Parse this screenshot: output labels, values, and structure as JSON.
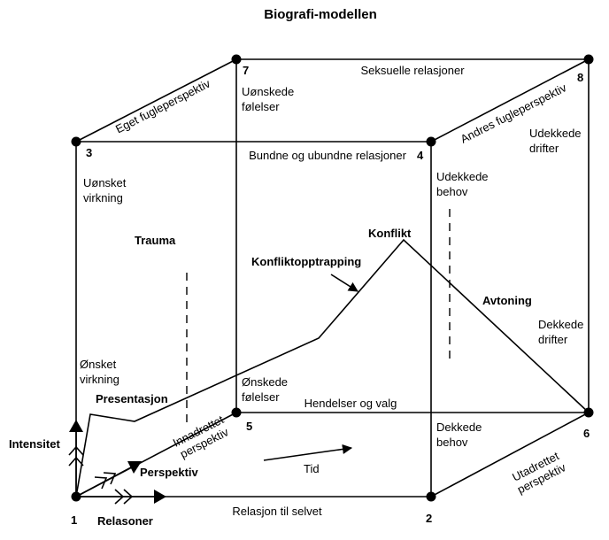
{
  "title": "Biografi-modellen",
  "colors": {
    "line": "#000000",
    "background": "#ffffff"
  },
  "corners": [
    {
      "id": "1",
      "label": "1"
    },
    {
      "id": "2",
      "label": "2"
    },
    {
      "id": "3",
      "label": "3"
    },
    {
      "id": "4",
      "label": "4"
    },
    {
      "id": "5",
      "label": "5"
    },
    {
      "id": "6",
      "label": "6"
    },
    {
      "id": "7",
      "label": "7"
    },
    {
      "id": "8",
      "label": "8"
    }
  ],
  "edges": {
    "bottom_front": "Relasjon til selvet",
    "top_back": "Seksuelle relasjoner",
    "top_front": "Bundne og ubundne relasjoner",
    "middle_horizontal": "Hendelser og valg",
    "top_left_diagonal": "Eget fugleperspektiv",
    "top_right_diagonal": "Andres fugleperspektiv",
    "bottom_right_diagonal": [
      "Utadrettet",
      "perspektiv"
    ],
    "bottom_left_diagonal": [
      "Innadrettet",
      "perspektiv"
    ]
  },
  "corner_notes": {
    "c3": [
      "Uønsket",
      "virkning"
    ],
    "c7": [
      "Uønskede",
      "følelser"
    ],
    "c4": [
      "Udekkede",
      "behov"
    ],
    "c8": [
      "Udekkede",
      "drifter"
    ],
    "c1": [
      "Ønsket",
      "virkning"
    ],
    "c5": [
      "Ønskede",
      "følelser"
    ],
    "c2": [
      "Dekkede",
      "behov"
    ],
    "c6": [
      "Dekkede",
      "drifter"
    ]
  },
  "axes": {
    "intensitet": "Intensitet",
    "relasjoner": "Relasoner",
    "perspektiv": "Perspektiv",
    "tid": "Tid"
  },
  "curve_labels": {
    "presentasjon": "Presentasjon",
    "trauma": "Trauma",
    "konfliktopptrapping": "Konfliktopptrapping",
    "konflikt": "Konflikt",
    "avtoning": "Avtoning"
  }
}
